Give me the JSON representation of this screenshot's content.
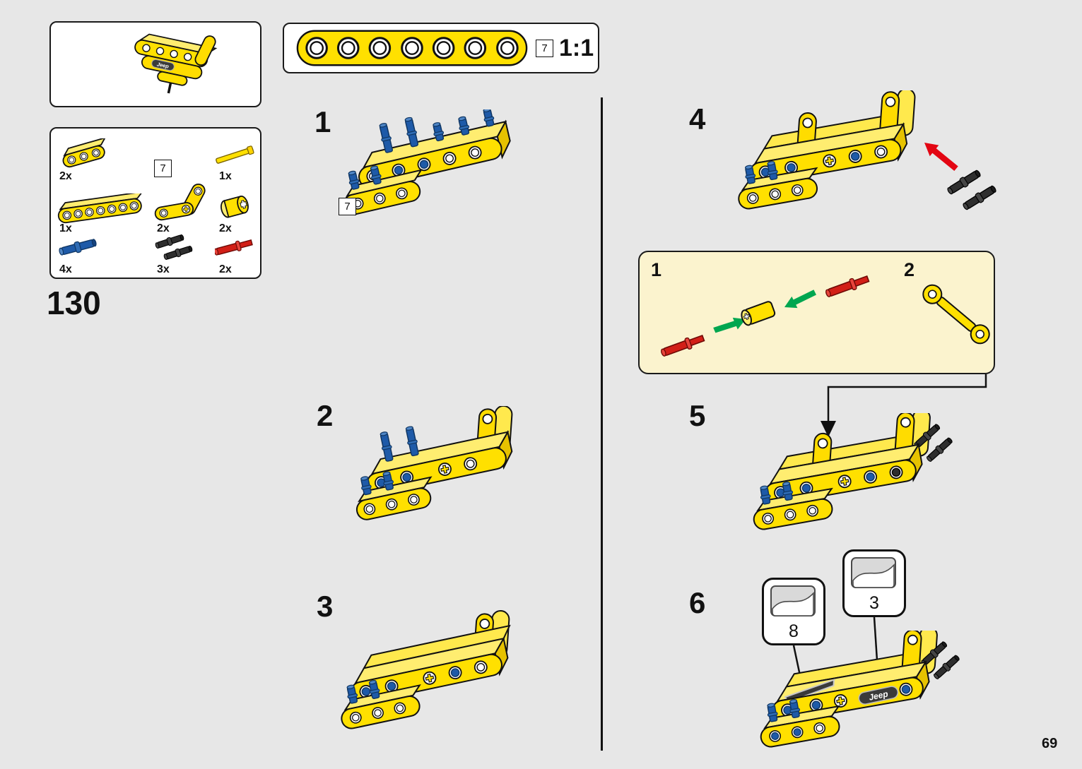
{
  "page": {
    "number": "69",
    "step": "130",
    "brand": "Jeep"
  },
  "scale_box": {
    "ref": "7",
    "scale": "1:1"
  },
  "parts": {
    "ref": "7",
    "items": [
      {
        "id": "beam-3-thin-yellow",
        "count": "2x"
      },
      {
        "id": "axle-3-yellow",
        "count": "1x"
      },
      {
        "id": "beam-7-yellow",
        "count": "1x"
      },
      {
        "id": "beam-bent-yellow",
        "count": "2x"
      },
      {
        "id": "pin-connector-yellow",
        "count": "2x"
      },
      {
        "id": "pin-long-blue",
        "count": "4x"
      },
      {
        "id": "pin-black",
        "count": "3x"
      },
      {
        "id": "axle-pin-red",
        "count": "2x"
      }
    ]
  },
  "steps": {
    "s1": {
      "label": "1",
      "ref": "7"
    },
    "s2": {
      "label": "2"
    },
    "s3": {
      "label": "3"
    },
    "s4": {
      "label": "4"
    },
    "s5": {
      "label": "5"
    },
    "s6": {
      "label": "6"
    }
  },
  "callout": {
    "sub1": "1",
    "sub2": "2"
  },
  "stickers": {
    "left": "8",
    "right": "3"
  },
  "colors": {
    "accent_yellow": "#FFE000",
    "pin_blue": "#1E5AA8",
    "axle_red": "#D21F17",
    "arrow_green": "#00A650",
    "arrow_red": "#E30613",
    "callout_bg": "#FBF3CE"
  }
}
